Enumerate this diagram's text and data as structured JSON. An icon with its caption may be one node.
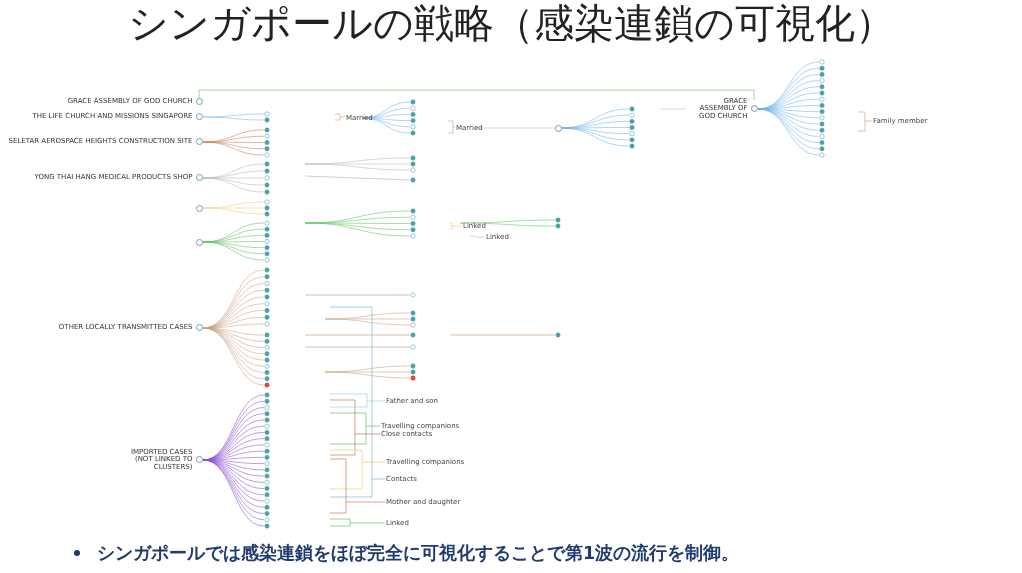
{
  "diagram": {
    "title": "シンガポールの戦略（感染連鎖の可視化）",
    "nodes": [
      {
        "text": [
          "GRACE ASSEMBLY OF GOD CHURCH"
        ]
      },
      {
        "text": [
          "THE LIFE CHURCH AND MISSIONS SINGAPORE"
        ]
      },
      {
        "text": [
          "SELETAR AEROSPACE HEIGHTS CONSTRUCTION SITE"
        ]
      },
      {
        "text": [
          "YONG THAI HANG MEDICAL PRODUCTS SHOP"
        ]
      },
      {
        "text": [],
        "shape": "circle"
      },
      {
        "text": [],
        "shape": "circle"
      },
      {
        "text": [
          "OTHER LOCALLY TRANSMITTED CASES"
        ]
      },
      {
        "text": [
          "IMPORTED CASES (NOT LINKED TO CLUSTERS)"
        ]
      },
      {
        "text": [],
        "shape": "circle"
      },
      {
        "text": [
          "GRACE ASSEMBLY OF GOD CHURCH"
        ]
      }
    ],
    "edges": [
      {
        "from": 0,
        "to": 9,
        "arrow": "none",
        "color": "#9ed89e"
      }
    ],
    "labels": [
      "Married",
      "Married",
      "Family member",
      "Linked",
      "Linked",
      "Father and son",
      "Travelling companions",
      "Close contacts",
      "Travelling companions",
      "Contacts",
      "Mother and daughter",
      "Linked",
      "シンガポールでは感染連鎖をほぼ完全に可視化することで第1波の流行を制御。"
    ]
  }
}
